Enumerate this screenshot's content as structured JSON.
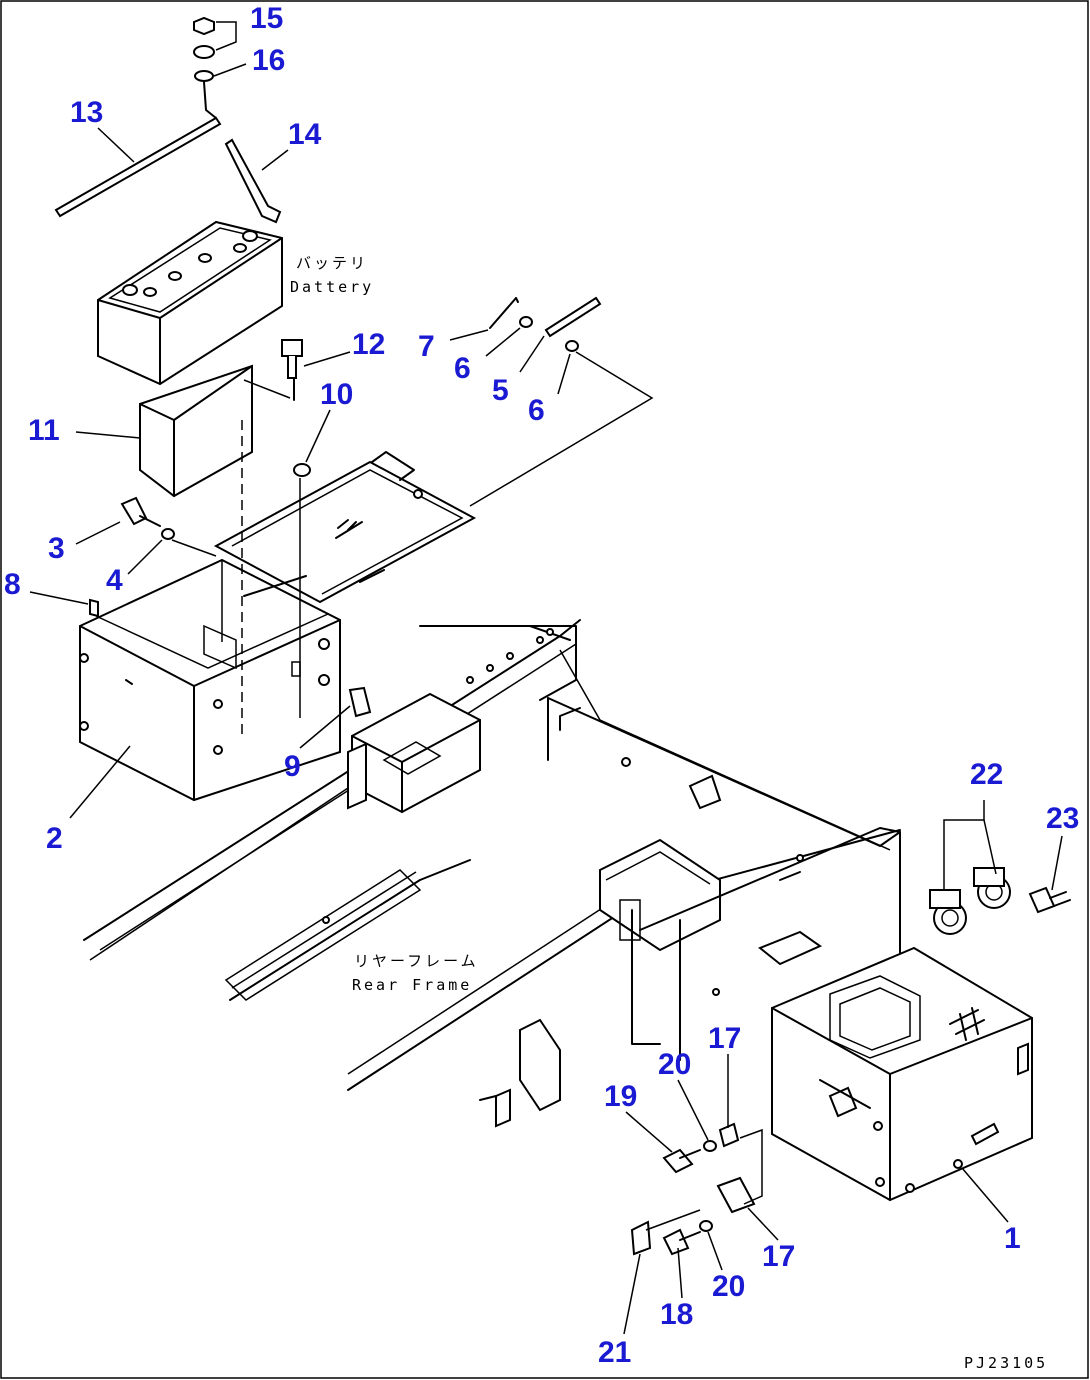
{
  "labels": {
    "battery_jp": "バッテリ",
    "battery_en": "Dattery",
    "rear_frame_jp": "リヤーフレーム",
    "rear_frame_en": "Rear Frame",
    "drawing_code": "PJ23105"
  },
  "callouts": [
    "15",
    "16",
    "13",
    "14",
    "12",
    "7",
    "6",
    "5",
    "6",
    "10",
    "11",
    "3",
    "4",
    "8",
    "9",
    "2",
    "22",
    "23",
    "17",
    "20",
    "19",
    "17",
    "20",
    "18",
    "21",
    "1"
  ],
  "colors": {
    "callout": "#1a1ad2",
    "line": "#000000",
    "background": "#ffffff"
  }
}
